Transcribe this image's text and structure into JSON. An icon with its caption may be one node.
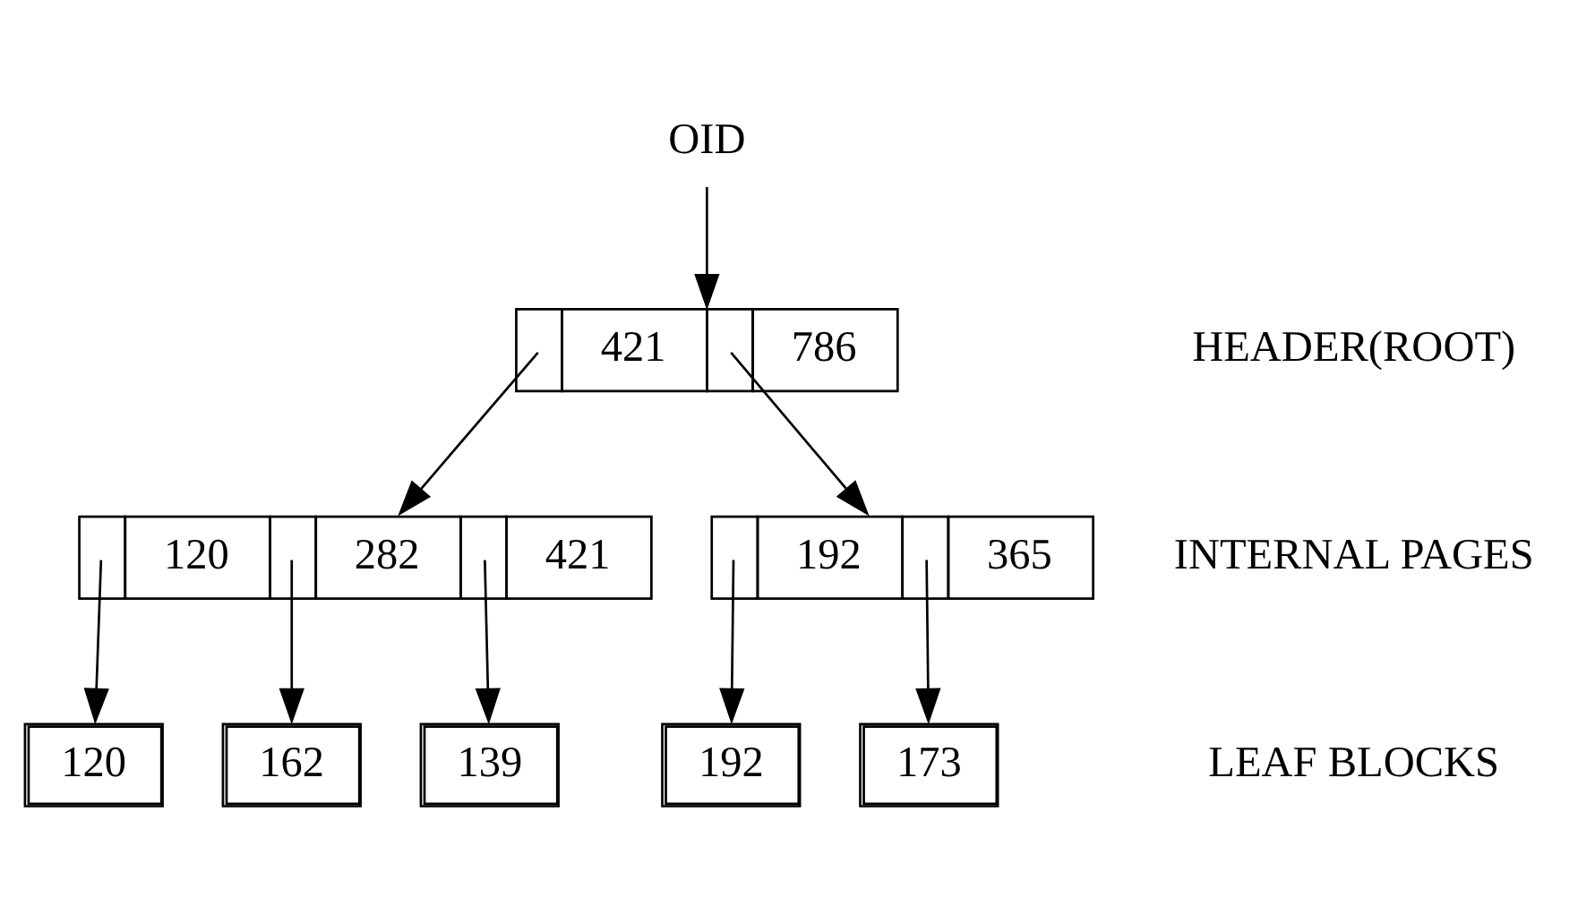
{
  "diagram": {
    "nodes": [
      {
        "text": [
          "OID"
        ]
      },
      {
        "text": [
          "421",
          "786"
        ]
      },
      {
        "text": [
          "120",
          "282",
          "421"
        ]
      },
      {
        "text": [
          "192",
          "365"
        ]
      },
      {
        "text": [
          "120"
        ]
      },
      {
        "text": [
          "162"
        ]
      },
      {
        "text": [
          "139"
        ]
      },
      {
        "text": [
          "192"
        ]
      },
      {
        "text": [
          "173"
        ]
      }
    ],
    "edges": [
      {
        "from": 0,
        "to": 1,
        "arrow": "to"
      },
      {
        "from": 1,
        "to": 2,
        "arrow": "to"
      },
      {
        "from": 1,
        "to": 3,
        "arrow": "to"
      },
      {
        "from": 2,
        "to": 4,
        "arrow": "to"
      },
      {
        "from": 2,
        "to": 5,
        "arrow": "to"
      },
      {
        "from": 2,
        "to": 6,
        "arrow": "to"
      },
      {
        "from": 3,
        "to": 7,
        "arrow": "to"
      },
      {
        "from": 3,
        "to": 8,
        "arrow": "to"
      }
    ],
    "labels": [
      "HEADER(ROOT)",
      "INTERNAL PAGES",
      "LEAF BLOCKS"
    ]
  }
}
